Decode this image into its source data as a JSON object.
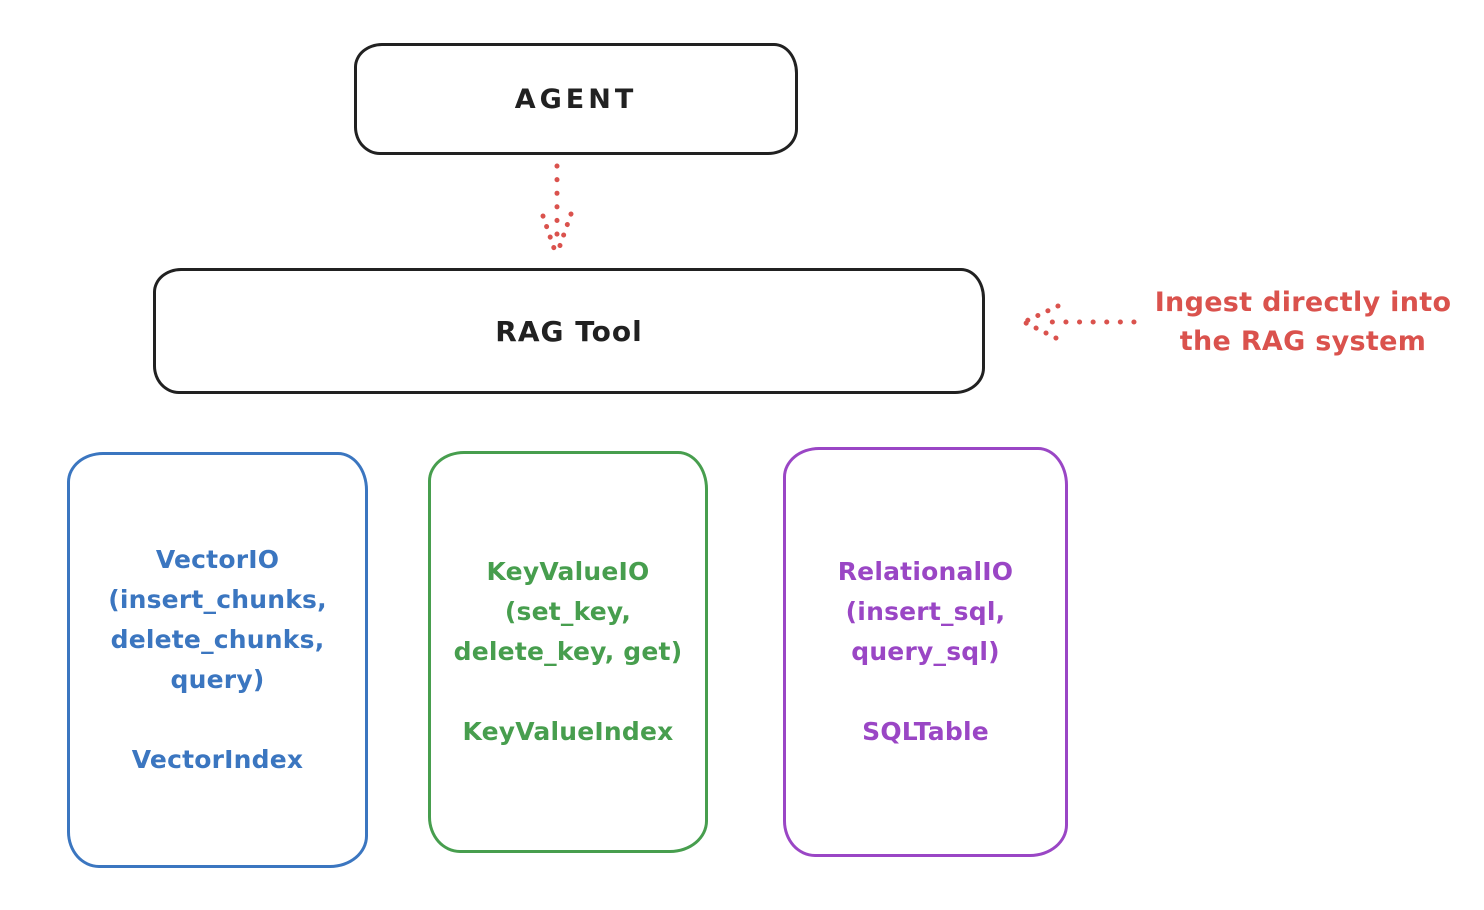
{
  "colors": {
    "ink": "#212121",
    "red": "#da524d",
    "blue": "#3b76c0",
    "green": "#479e4e",
    "purple": "#9a46c5",
    "background": "#ffffff"
  },
  "agent_box": {
    "label": "AGENT"
  },
  "rag_tool_box": {
    "label": "RAG Tool"
  },
  "annotation": {
    "line1": "Ingest directly into",
    "line2": "the RAG system"
  },
  "backend_boxes": [
    {
      "name": "vector-io",
      "color": "#3b76c0",
      "lines": [
        "VectorIO",
        "(insert_chunks,",
        "delete_chunks,",
        "query)"
      ],
      "index_label": "VectorIndex"
    },
    {
      "name": "keyvalue-io",
      "color": "#479e4e",
      "lines": [
        "KeyValueIO",
        "(set_key,",
        "delete_key, get)"
      ],
      "index_label": "KeyValueIndex"
    },
    {
      "name": "relational-io",
      "color": "#9a46c5",
      "lines": [
        "RelationalIO",
        "(insert_sql,",
        "query_sql)"
      ],
      "index_label": "SQLTable"
    }
  ]
}
